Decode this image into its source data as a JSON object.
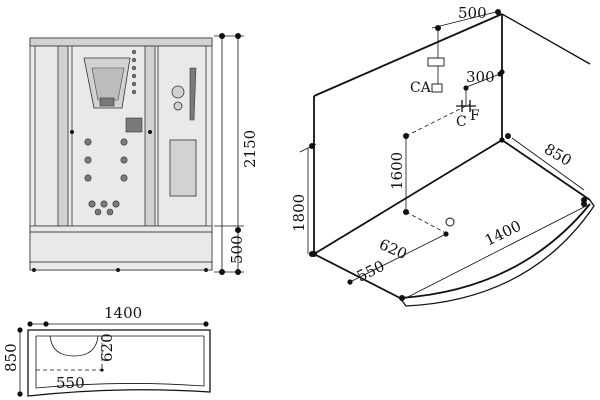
{
  "front_view": {
    "height_total": "2150",
    "height_base": "500"
  },
  "plan_view": {
    "width": "1400",
    "depth": "850",
    "drain_x": "550",
    "drain_y": "620"
  },
  "iso_view": {
    "top_width": "500",
    "depth": "850",
    "offset_300": "300",
    "height_1600": "1600",
    "height_1800": "1800",
    "drain_620": "620",
    "drain_550": "550",
    "length": "1400",
    "label_ca": "CA",
    "label_c": "C",
    "label_f": "F"
  }
}
